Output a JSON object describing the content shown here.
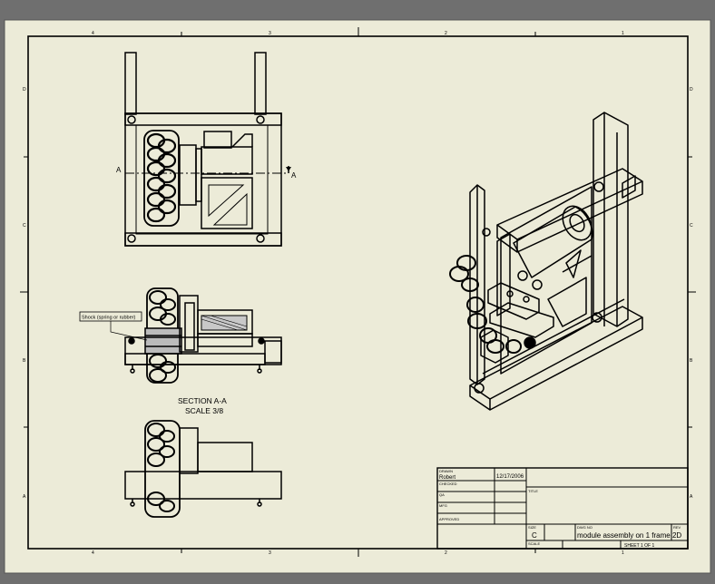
{
  "drawing": {
    "zone_cols_top": [
      "4",
      "3",
      "2",
      "1"
    ],
    "zone_rows": [
      "D",
      "C",
      "B",
      "A"
    ],
    "callout_label": "Shock (spring or rubber)",
    "section_marker": "A",
    "section_title": "SECTION  A-A",
    "section_scale": "SCALE 3/8"
  },
  "title_block": {
    "drawn_label": "DRAWN",
    "drawn_by": "Robert",
    "drawn_date": "12/17/2006",
    "checked_label": "CHECKED",
    "qa_label": "QA",
    "mfg_label": "MFG",
    "approved_label": "APPROVED",
    "title_label": "TITLE",
    "size_label": "SIZE",
    "size_value": "C",
    "dwg_no_label": "DWG NO",
    "dwg_no_value": "module assembly on 1 frame 2D",
    "rev_label": "REV",
    "scale_label": "SCALE",
    "sheet_value": "SHEET 1  OF 1"
  },
  "colors": {
    "paper": "#ecebd8",
    "background": "#6f6f6f",
    "line": "#000000"
  }
}
